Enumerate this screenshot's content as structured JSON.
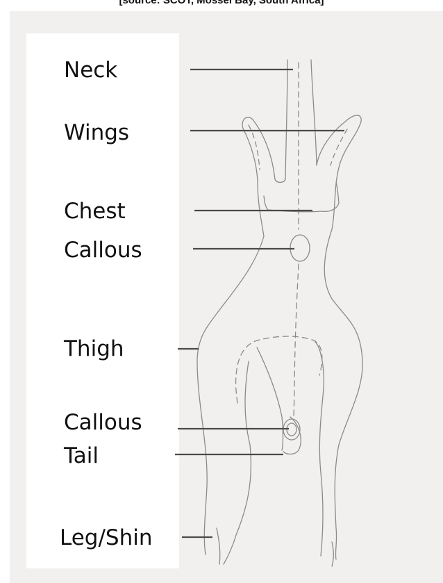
{
  "caption": "[source: SCOT, Mossel Bay, South Africa]",
  "labels": {
    "neck": "Neck",
    "wings": "Wings",
    "chest": "Chest",
    "callous_upper": "Callous",
    "thigh": "Thigh",
    "callous_lower": "Callous",
    "tail": "Tail",
    "leg_shin": "Leg/Shin"
  },
  "colors": {
    "figure_background": "#f1f0ee",
    "sketch_stroke": "#8a8a8a",
    "leader_line": "#4a4a4a",
    "label_text": "#111111"
  }
}
